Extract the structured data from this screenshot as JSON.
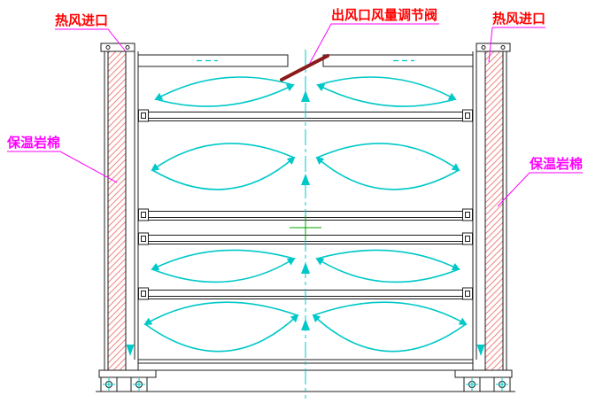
{
  "labels": {
    "hot_air_inlet_left": "热风进口",
    "hot_air_inlet_right": "热风进口",
    "outlet_damper": "出风口风量调节阀",
    "insulation_left": "保温岩棉",
    "insulation_right": "保温岩棉"
  },
  "colors": {
    "background": "#ffffff",
    "structure-black": "#1c1c1c",
    "label-red": "#ff0000",
    "leader-magenta": "#ff00ff",
    "flow-cyan": "#00c8c8",
    "hatch-pink": "#ef8585",
    "valve-darkred": "#8c1a1a",
    "center-green": "#00a800"
  },
  "icons": {
    "flow_arrow": "arrowhead-icon",
    "bolt_hole": "bolt-hole-icon"
  }
}
